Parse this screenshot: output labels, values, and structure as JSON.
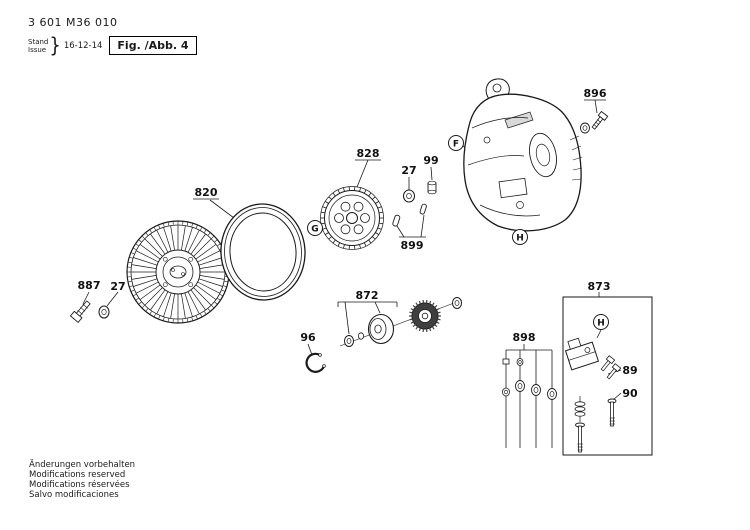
{
  "header": {
    "part_number": "3 601 M36 010",
    "stand": "Stand",
    "issue": "Issue",
    "brace": "}",
    "date": "16-12-14",
    "fig": "Fig. /Abb. 4"
  },
  "labels": {
    "l820": "820",
    "l887": "887",
    "l27a": "27",
    "l27b": "27",
    "l828": "828",
    "l99": "99",
    "l899": "899",
    "l896": "896",
    "l872": "872",
    "l96": "96",
    "l873": "873",
    "l898": "898",
    "l89": "89",
    "l90": "90",
    "refF": "F",
    "refG": "G",
    "refH": "H",
    "refH2": "H"
  },
  "footer": {
    "lines": [
      "Änderungen vorbehalten",
      "Modifications reserved",
      "Modifications réservées",
      "Salvo modificaciones"
    ]
  },
  "colors": {
    "ink": "#1a1a1a",
    "background": "#ffffff"
  }
}
